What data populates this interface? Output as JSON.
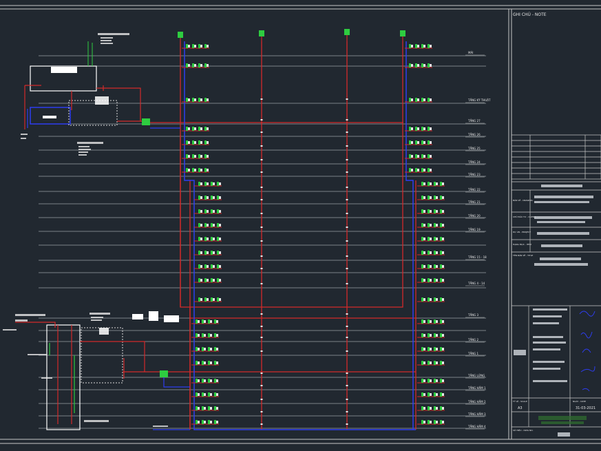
{
  "colors": {
    "background": "#212830",
    "frame": "#c8c8c8",
    "floor_line": "#9aa0a6",
    "riser_red": "#d42a2a",
    "riser_blue": "#2e3df0",
    "fixture_green": "#2ecc40",
    "tank_white": "#ffffff",
    "annotation": "#e8e8e8",
    "title_block_text": "#dfe3e8"
  },
  "title_block": {
    "header": "GHI CHÚ - NOTE",
    "block_labels": [
      "BẢN VẼ - DRAWING",
      "CHỦ ĐẦU TƯ - CLIENT",
      "DỰ ÁN - PROJECT",
      "HẠNG MỤC - ITEM",
      "TÊN BẢN VẼ - TITLE",
      "TỶ LỆ - SCALE",
      "NGÀY - DATE",
      "SỐ HIỆU - DWG NO."
    ],
    "scale_value": "A3",
    "date_value": "31-03-2021"
  },
  "floor_labels": [
    "MÁI",
    "TẦNG KỸ THUẬT",
    "TẦNG 27",
    "TẦNG 26",
    "TẦNG 25",
    "TẦNG 24",
    "TẦNG 23",
    "TẦNG 22",
    "TẦNG 21",
    "TẦNG 20",
    "TẦNG 19",
    "TẦNG 15 - 18",
    "TẦNG 4 - 14",
    "TẦNG 3",
    "TẦNG 2",
    "TẦNG 1",
    "TẦNG LỬNG",
    "TẦNG HẦM 1",
    "TẦNG HẦM 2",
    "TẦNG HẦM 3",
    "TẦNG HẦM 4"
  ]
}
